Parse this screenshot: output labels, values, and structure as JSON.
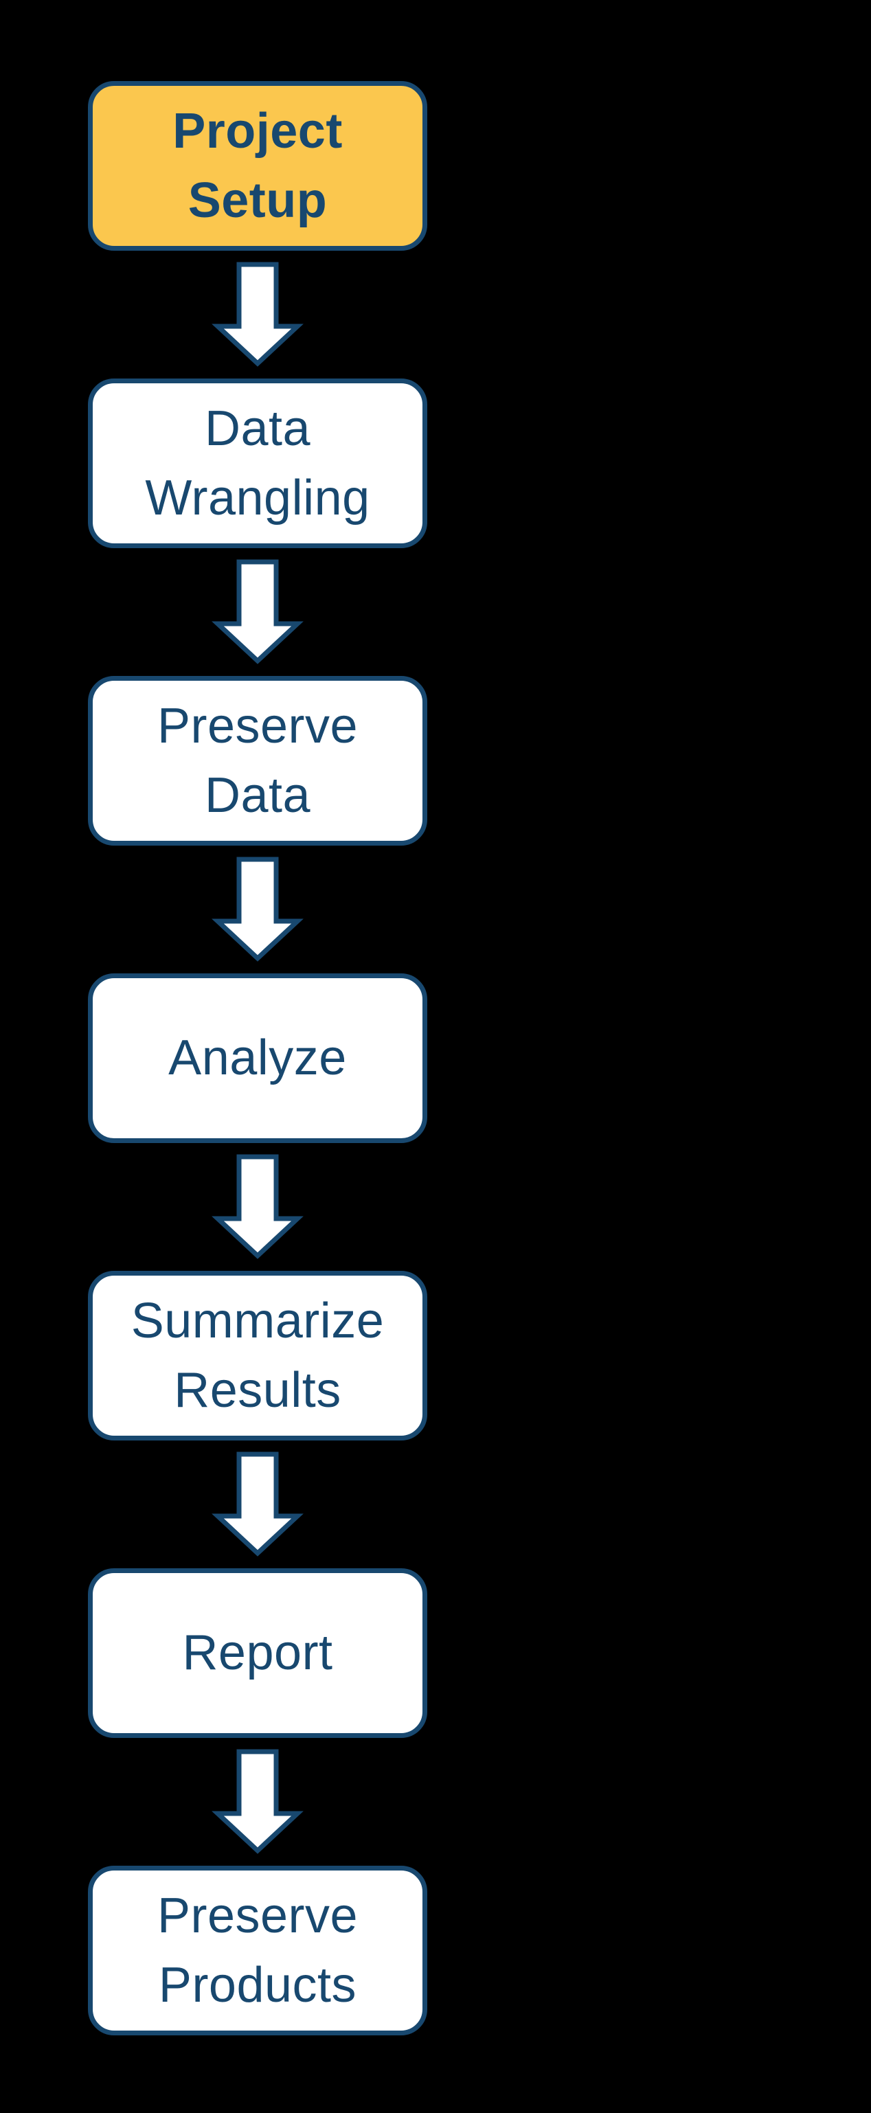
{
  "diagram": {
    "title": "workflow-flowchart",
    "colors": {
      "background": "#000000",
      "outline": "#18486F",
      "text": "#18486F",
      "box_fill": "#FFFFFF",
      "highlight_fill": "#FBC74E",
      "arrow_fill": "#FFFFFF"
    },
    "connector": "down-block-arrow",
    "steps": [
      {
        "id": "project-setup",
        "lines": [
          "Project",
          "Setup"
        ],
        "label": "Project Setup",
        "highlighted": true,
        "bold": true
      },
      {
        "id": "data-wrangling",
        "lines": [
          "Data",
          "Wrangling"
        ],
        "label": "Data Wrangling",
        "highlighted": false,
        "bold": false
      },
      {
        "id": "preserve-data",
        "lines": [
          "Preserve",
          "Data"
        ],
        "label": "Preserve Data",
        "highlighted": false,
        "bold": false
      },
      {
        "id": "analyze",
        "lines": [
          "Analyze"
        ],
        "label": "Analyze",
        "highlighted": false,
        "bold": false
      },
      {
        "id": "summarize-results",
        "lines": [
          "Summarize",
          "Results"
        ],
        "label": "Summarize Results",
        "highlighted": false,
        "bold": false
      },
      {
        "id": "report",
        "lines": [
          "Report"
        ],
        "label": "Report",
        "highlighted": false,
        "bold": false
      },
      {
        "id": "preserve-products",
        "lines": [
          "Preserve",
          "Products"
        ],
        "label": "Preserve Products",
        "highlighted": false,
        "bold": false
      }
    ]
  }
}
